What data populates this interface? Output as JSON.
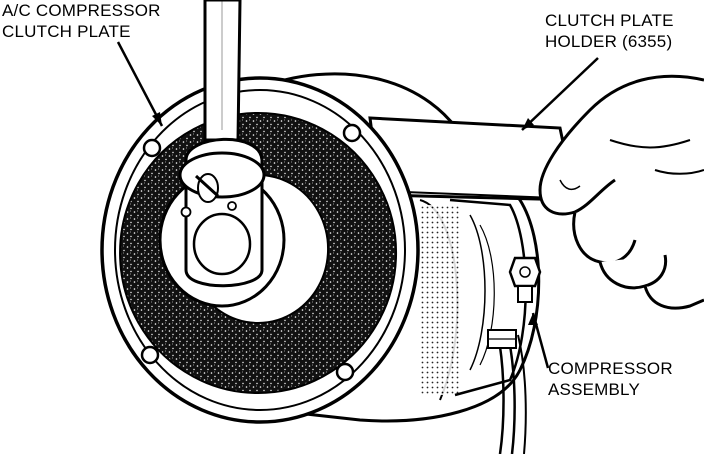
{
  "labels": {
    "clutch_plate": {
      "line1": "A/C COMPRESSOR",
      "line2": "CLUTCH PLATE"
    },
    "holder": {
      "line1": "CLUTCH PLATE",
      "line2": "HOLDER (6355)"
    },
    "compressor": {
      "line1": "COMPRESSOR",
      "line2": "ASSEMBLY"
    }
  },
  "colors": {
    "ink": "#000000",
    "paper": "#ffffff",
    "friction_material": "#1a1a1a"
  }
}
